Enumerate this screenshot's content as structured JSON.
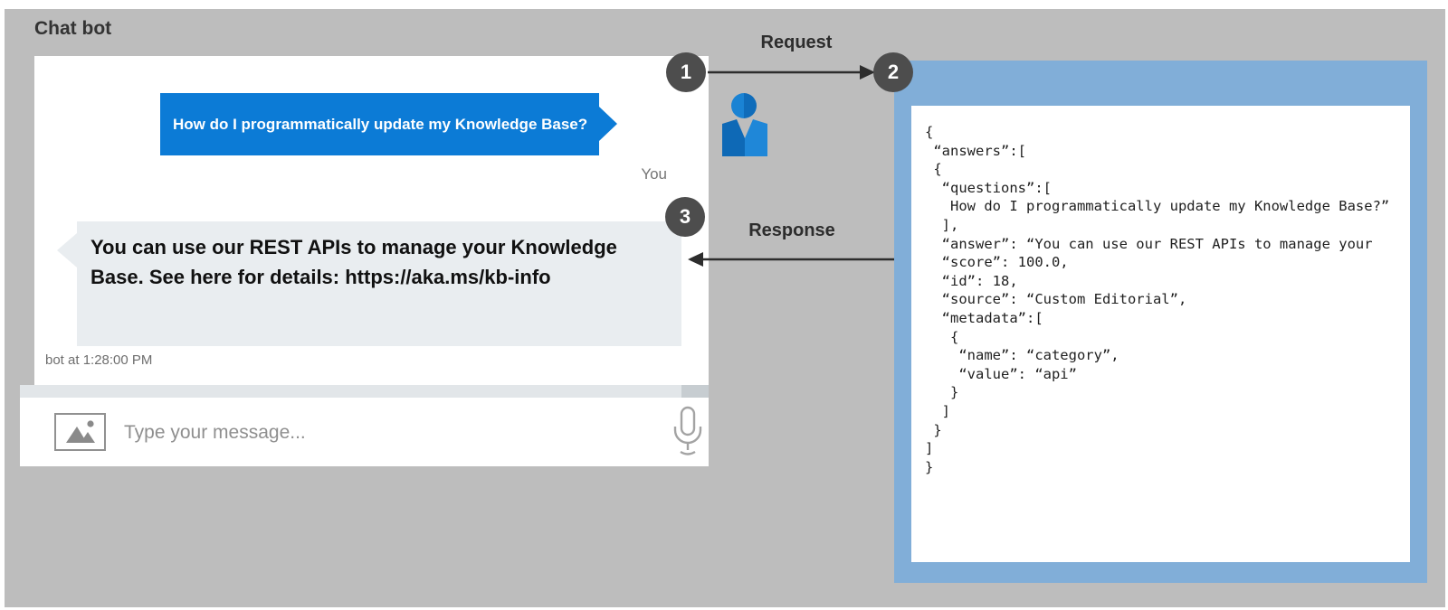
{
  "canvas": {
    "background_color": "#bdbdbd"
  },
  "chatbot": {
    "title": "Chat bot",
    "user_bubble": {
      "text": "How do I programmatically update  my Knowledge Base?",
      "color": "#0c7bd6",
      "sender_label": "You"
    },
    "bot_bubble": {
      "color": "#e9edf0",
      "lines": [
        "You can use our REST APIs to manage your Knowledge",
        "Base. See here for details: https://aka.ms/kb-info"
      ]
    },
    "timestamp": "bot at 1:28:00 PM",
    "input": {
      "placeholder": "Type your message...",
      "attachment_icon": "image-icon",
      "mic_icon": "microphone-icon"
    }
  },
  "flow": {
    "steps": [
      {
        "n": "1"
      },
      {
        "n": "2"
      },
      {
        "n": "3"
      }
    ],
    "request_label": "Request",
    "response_label": "Response",
    "badge_color": "#4d4d4d",
    "user_icon": "person-icon"
  },
  "json_panel": {
    "frame_color": "#81aed8",
    "code": "{\n “answers”:[\n {\n  “questions”:[\n   How do I programmatically update my Knowledge Base?”\n  ],\n  “answer”: “You can use our REST APIs to manage your\n  “score”: 100.0,\n  “id”: 18,\n  “source”: “Custom Editorial”,\n  “metadata”:[\n   {\n    “name”: “category”,\n    “value”: “api”\n   }\n  ]\n }\n]\n}"
  }
}
